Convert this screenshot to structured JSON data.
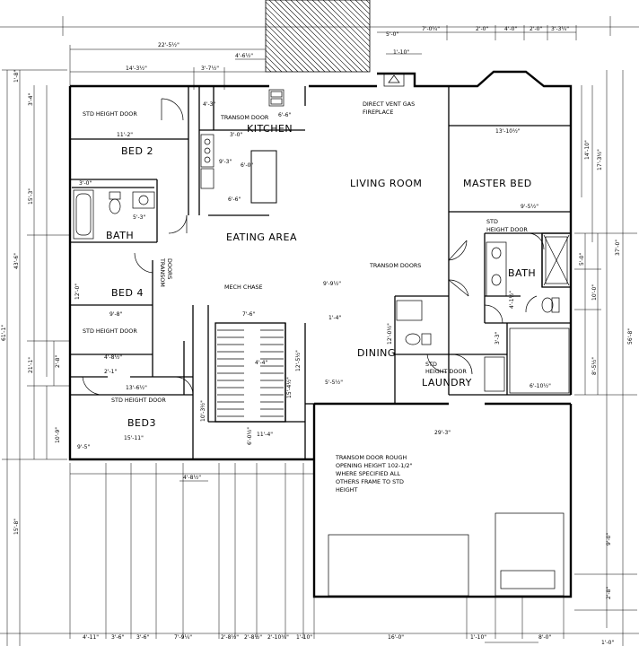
{
  "rooms": {
    "kitchen": "KITCHEN",
    "bed2": "BED 2",
    "bath_hall": "BATH",
    "eating_area": "EATING AREA",
    "bed4": "BED 4",
    "bed3": "BED3",
    "living_room": "LIVING ROOM",
    "master_bed": "MASTER BED",
    "master_bath": "BATH",
    "dining": "DINING",
    "laundry": "LAUNDRY"
  },
  "notes": {
    "std_door_1": "STD HEIGHT DOOR",
    "transom_door_1": "TRANSOM DOOR",
    "fireplace_1": "DIRECT VENT GAS",
    "fireplace_2": "FIREPLACE",
    "transom_doors_v1": "TRANSOM",
    "transom_doors_v2": "DOORS",
    "mech_chase": "MECH CHASE",
    "transom_doors_h": "TRANSOM DOORS",
    "std_height_door_master_1": "STD",
    "std_height_door_master_2": "HEIGHT DOOR",
    "std_door_bed4": "STD HEIGHT DOOR",
    "std_door_bed3": "STD HEIGHT DOOR",
    "std_height_laundry_1": "STD",
    "std_height_laundry_2": "HEIGHT DOOR",
    "garage_note_1": "TRANSOM DOOR ROUGH",
    "garage_note_2": "OPENING HEIGHT 102-1/2\"",
    "garage_note_3": "WHERE SPECIFIED ALL",
    "garage_note_4": "OTHERS FRAME TO STD",
    "garage_note_5": "HEIGHT"
  },
  "dimensions": {
    "top_22": "22'-5½\"",
    "top_14": "14'-3½\"",
    "top_3_7": "3'-7½\"",
    "top_4_6": "4'-6½\"",
    "top_5_0": "5'-0\"",
    "top_7_0": "7'-0¼\"",
    "top_2_0a": "2'-0\"",
    "top_4_0": "4'-0\"",
    "top_2_0b": "2'-0\"",
    "top_3_3": "3'-3¼\"",
    "top_1_10": "1'-10\"",
    "k_4_3": "4'-3\"",
    "k_6_6": "6'-6\"",
    "k_3_0": "3'-0\"",
    "k_6_0": "6'-0\"",
    "k_9_3": "9'-3\"",
    "k_6_6b": "6'-6\"",
    "bed2_11_2": "11'-2\"",
    "bed2_3_0": "3'-0\"",
    "bath_5_3": "5'-3\"",
    "left_3_4": "3'-4\"",
    "left_15_3": "15'-3\"",
    "left_43_6": "43'-6\"",
    "left_61_1": "61'-1\"",
    "left_1_8": "1'-8\"",
    "left_12_0": "12'-0\"",
    "left_9_8": "9'-8\"",
    "left_2_8": "2'-8\"",
    "left_21_1": "21'-1\"",
    "left_10_9": "10'-9\"",
    "left_15_8": "15'-8\"",
    "bed4_4_8": "4'-8½\"",
    "bed3_13_6": "13'-6½\"",
    "bed3_15_11": "15'-11\"",
    "bed3_10_3": "10'-3½\"",
    "bed3_9_5": "9'-5\"",
    "bed3_2_1": "2'-1\"",
    "stair_7_6": "7'-6\"",
    "stair_4_4": "4'-4\"",
    "stair_12_5": "12'-5½\"",
    "stair_15_4": "15'-4½\"",
    "stair_6_0": "6'-0½\"",
    "stair_11_4": "11'-4\"",
    "stair_9_9": "9'-9½\"",
    "stair_5_5": "5'-5½\"",
    "stair_1_4": "1'-4\"",
    "dining_12_0": "12'-0½\"",
    "mb_13_10": "13'-10½\"",
    "mb_9_5": "9'-5½\"",
    "mb_14_10": "14'-10\"",
    "mb_17_3": "17'-3½\"",
    "right_37_0": "37'-0\"",
    "right_56_8": "56'-8\"",
    "right_5_0": "5'-0\"",
    "right_10_0": "10'-0\"",
    "right_8_5": "8'-5½\"",
    "right_9_0": "9'-0\"",
    "right_2_8": "2'-8\"",
    "mbath_4_1": "4'-1½\"",
    "laundry_6_10": "6'-10½\"",
    "laundry_3_3": "3'-3\"",
    "garage_29_3": "29'-3\"",
    "bottom_4_11": "4'-11\"",
    "bottom_3_6a": "3'-6\"",
    "bottom_3_6b": "3'-6\"",
    "bottom_7_9": "7'-9¼\"",
    "bottom_2_8": "2'-8½\"",
    "bottom_2_8b": "2'-8½\"",
    "bottom_2_10": "2'-10¾\"",
    "bottom_1_10a": "1'-10\"",
    "bottom_16_0": "16'-0\"",
    "bottom_1_10b": "1'-10\"",
    "bottom_8_0": "8'-0\"",
    "bottom_4_8": "4'-8½\"",
    "bottom_1_0": "1'-0\""
  }
}
